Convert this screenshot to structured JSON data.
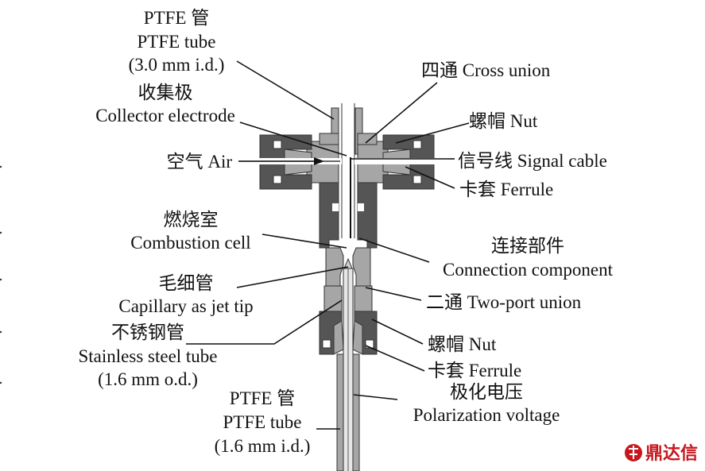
{
  "labels": {
    "ptfe_top_cn": "PTFE 管",
    "ptfe_top_en": "PTFE tube",
    "ptfe_top_dim": "(3.0 mm i.d.)",
    "collector_cn": "收集极",
    "collector_en": "Collector electrode",
    "air": "空气 Air",
    "combustion_cn": "燃烧室",
    "combustion_en": "Combustion cell",
    "capillary_cn": "毛细管",
    "capillary_en": "Capillary as jet tip",
    "stainless_cn": "不锈钢管",
    "stainless_en": "Stainless steel tube",
    "stainless_dim": "(1.6 mm o.d.)",
    "ptfe_bottom_cn": "PTFE 管",
    "ptfe_bottom_en": "PTFE tube",
    "ptfe_bottom_dim": "(1.6 mm i.d.)",
    "cross_union": "四通 Cross union",
    "nut_top": "螺帽 Nut",
    "signal_cable": "信号线 Signal cable",
    "ferrule_top": "卡套 Ferrule",
    "connection_cn": "连接部件",
    "connection_en": "Connection component",
    "two_port": "二通  Two-port union",
    "nut_bottom": "螺帽 Nut",
    "ferrule_bottom": "卡套 Ferrule",
    "polarization_cn": "极化电压",
    "polarization_en": "Polarization voltage"
  },
  "watermark": "鼎达信",
  "colors": {
    "dark_part": "#555555",
    "light_part": "#a6a6a6",
    "text": "#111111",
    "watermark": "#c8161d"
  }
}
